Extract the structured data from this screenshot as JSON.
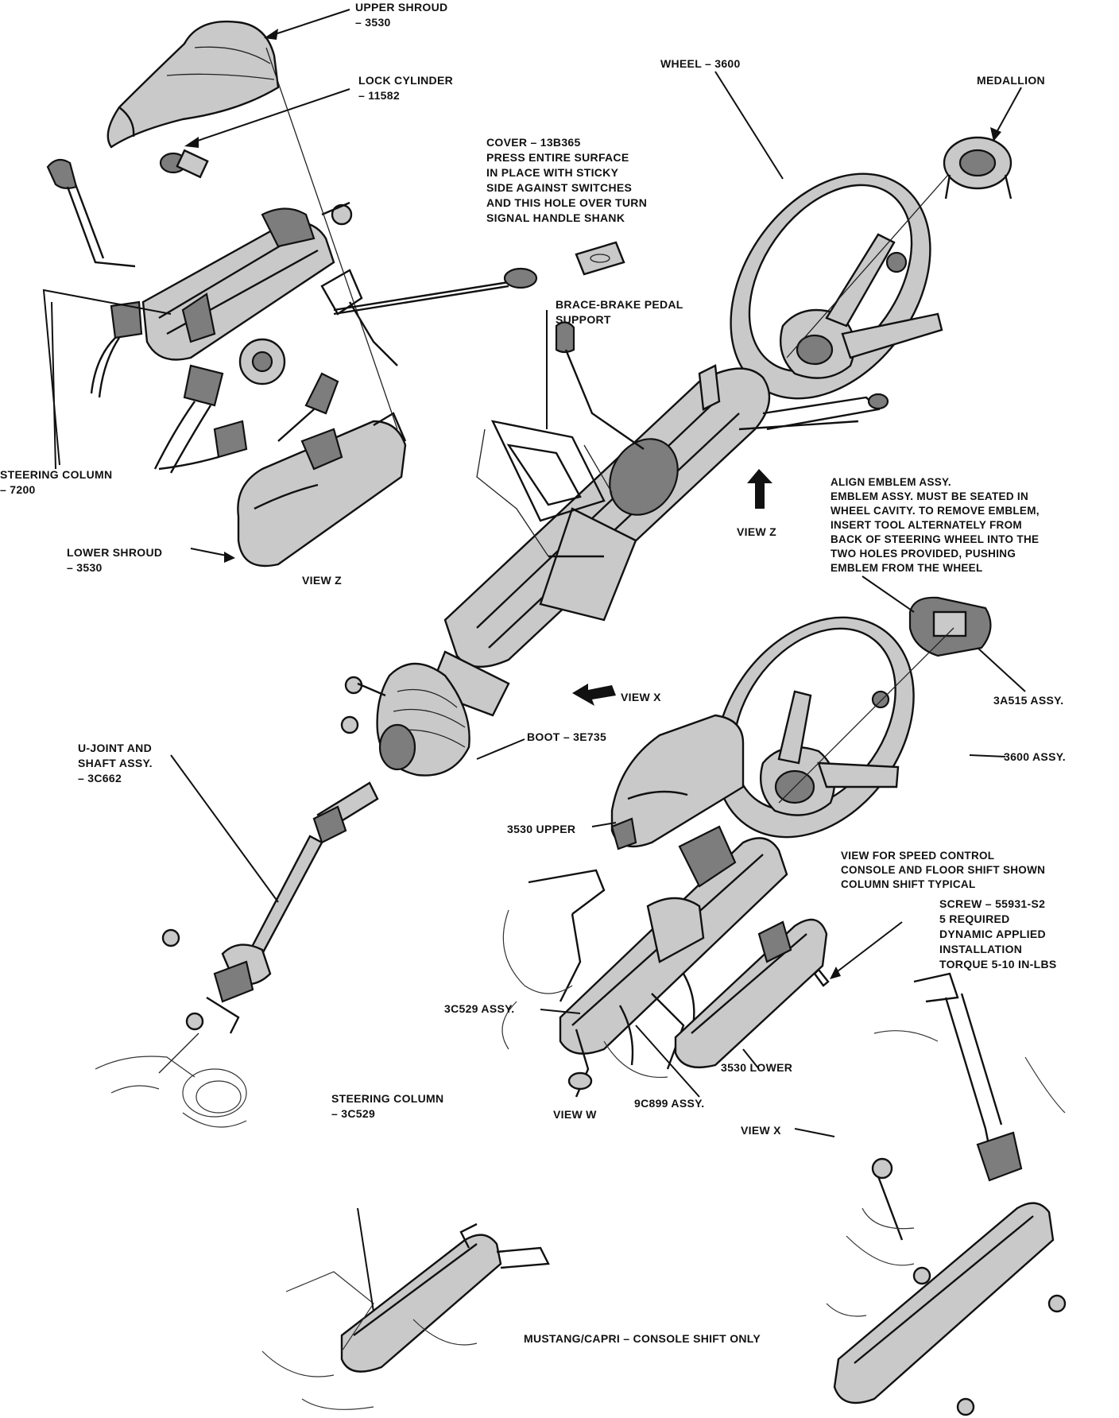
{
  "labels": {
    "upper_shroud": "UPPER SHROUD\n– 3530",
    "lock_cylinder": "LOCK CYLINDER\n– 11582",
    "wheel": "WHEEL – 3600",
    "medallion": "MEDALLION",
    "cover": "COVER – 13B365\nPRESS ENTIRE SURFACE\nIN PLACE WITH STICKY\nSIDE AGAINST SWITCHES\nAND THIS HOLE OVER TURN\nSIGNAL HANDLE SHANK",
    "brace": "BRACE-BRAKE PEDAL\nSUPPORT",
    "steering_column_7200": "STEERING COLUMN\n– 7200",
    "lower_shroud": "LOWER SHROUD\n– 3530",
    "view_z_left": "VIEW Z",
    "view_z_right": "VIEW Z",
    "align_emblem": "ALIGN EMBLEM ASSY.\nEMBLEM ASSY. MUST BE SEATED IN\nWHEEL CAVITY. TO REMOVE EMBLEM,\nINSERT TOOL ALTERNATELY FROM\nBACK OF STEERING WHEEL INTO THE\nTWO HOLES PROVIDED, PUSHING\nEMBLEM FROM THE WHEEL",
    "a3a515": "3A515 ASSY.",
    "a3600": "3600 ASSY.",
    "view_x_center": "VIEW X",
    "boot": "BOOT – 3E735",
    "ujoint": "U-JOINT AND\nSHAFT ASSY.\n– 3C662",
    "upper_3530": "3530 UPPER",
    "view_speed": "VIEW FOR SPEED CONTROL\nCONSOLE AND FLOOR SHIFT SHOWN\nCOLUMN SHIFT TYPICAL",
    "screw": "SCREW – 55931-S2\n5 REQUIRED\nDYNAMIC APPLIED\nINSTALLATION\nTORQUE 5-10 IN-LBS",
    "a3c529": "3C529 ASSY.",
    "lower_3530": "3530 LOWER",
    "a9c899": "9C899 ASSY.",
    "view_w": "VIEW W",
    "view_x_right": "VIEW X",
    "steering_column_3c529": "STEERING COLUMN\n– 3C529",
    "mustang": "MUSTANG/CAPRI – CONSOLE SHIFT ONLY"
  },
  "colors": {
    "ink": "#111111",
    "shade": "#c9c9c9",
    "dark": "#7d7d7d",
    "paper": "#ffffff"
  }
}
